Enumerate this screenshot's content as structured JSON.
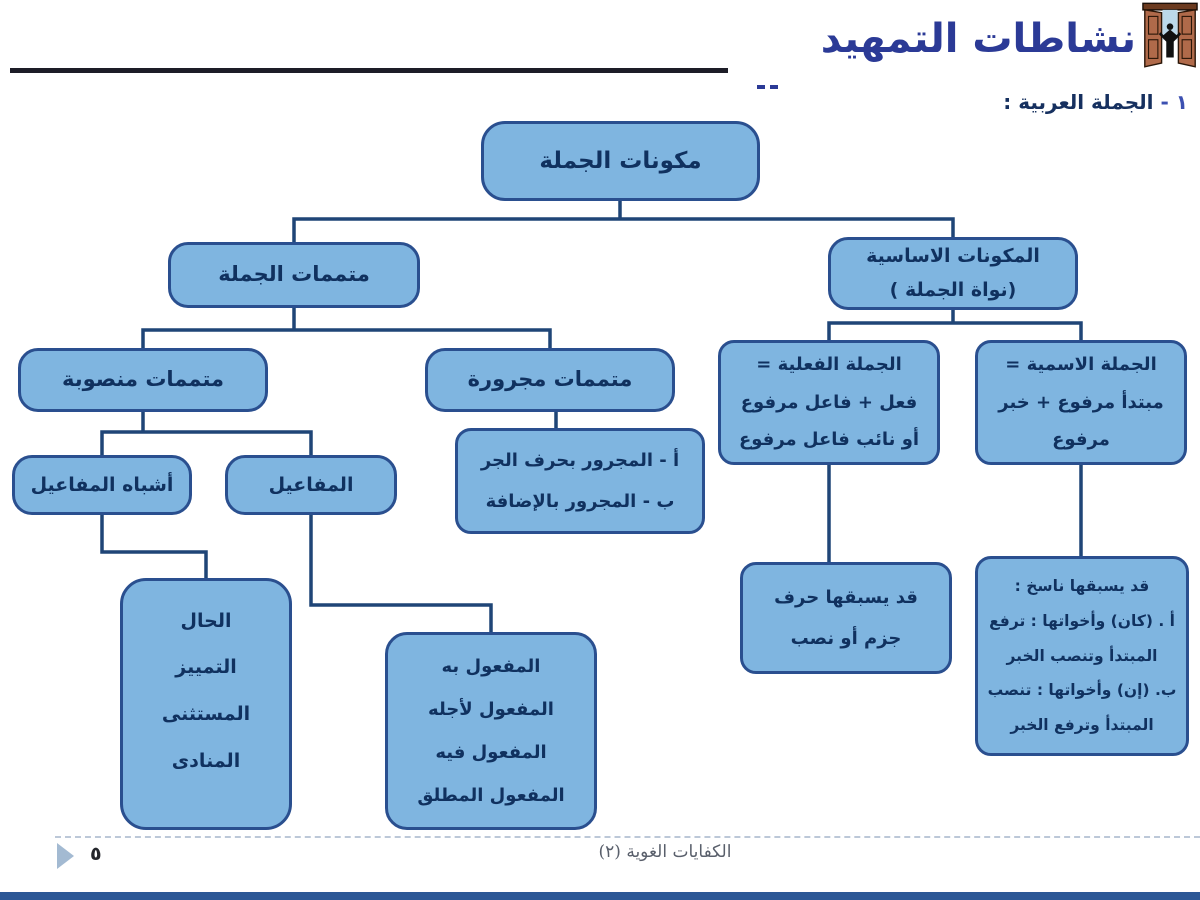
{
  "header": {
    "title": "نشاطات التمهيد",
    "subtitle_prefix": "١ - ",
    "subtitle_text": "الجملة العربية :"
  },
  "tree": {
    "boxes": [
      {
        "id": "root",
        "text": "مكونات الجملة"
      },
      {
        "id": "sentence-complements",
        "text": "متممات الجملة"
      },
      {
        "id": "basic-components",
        "text": "المكونات الاساسية\n(نواة الجملة )"
      },
      {
        "id": "accusative-complements",
        "text": "متممات منصوبة"
      },
      {
        "id": "genitive-complements",
        "text": "متممات مجرورة"
      },
      {
        "id": "verbal-sentence",
        "text": "الجملة الفعلية =\nفعل + فاعل مرفوع\nأو نائب فاعل مرفوع"
      },
      {
        "id": "nominal-sentence",
        "text": "الجملة الاسمية =\nمبتدأ مرفوع + خبر\nمرفوع"
      },
      {
        "id": "quasi-objects",
        "text": "أشباه المفاعيل"
      },
      {
        "id": "objects",
        "text": "المفاعيل"
      },
      {
        "id": "genitive-types",
        "text": "أ - المجرور بحرف الجر\nب - المجرور بالإضافة"
      },
      {
        "id": "accusative-list",
        "text": "الحال\nالتمييز\nالمستثنى\nالمنادى"
      },
      {
        "id": "objects-list",
        "text": "المفعول به\nالمفعول لأجله\nالمفعول فيه\nالمفعول المطلق"
      },
      {
        "id": "jussive-note",
        "text": "قد يسبقها حرف\nجزم أو نصب"
      },
      {
        "id": "nasikh-note",
        "text": "قد يسبقها ناسخ :\nأ . (كان) وأخواتها : ترفع\nالمبتدأ وتنصب الخبر\nب. (إن) وأخواتها : تنصب\nالمبتدأ وترفع الخبر"
      }
    ]
  },
  "footer": {
    "course": "الكفايات الغوية  (٢)",
    "page_number": "٥"
  },
  "colors": {
    "title_blue": "#2b3a96",
    "node_fill": "#7fb5e0",
    "node_border": "#2a4f8f",
    "node_text": "#10315f",
    "connector": "#1f4577",
    "underline": "#1d1d27",
    "footer_bar": "#2c5796",
    "nav_arrow": "#a3bad2",
    "door_brown": "#b06a4a"
  }
}
